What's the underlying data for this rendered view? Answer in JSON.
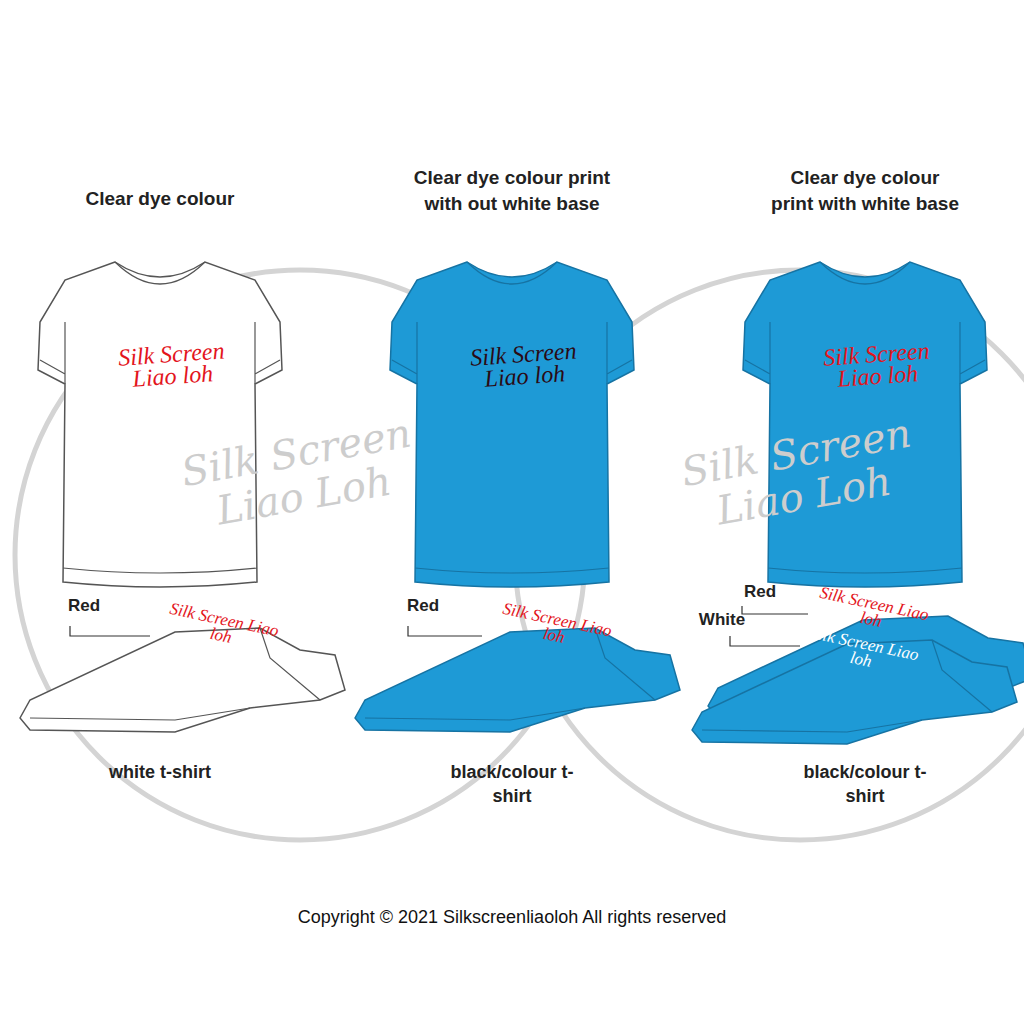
{
  "diagram": {
    "caption": "Copyright © 2021 Silkscreenliaoloh All rights reserved",
    "labels": [
      "Clear dye colour",
      "Clear dye colour print with out white base",
      "Clear dye colour print with white base",
      "Silk Screen Liao loh",
      "Red",
      "Silk Screen Liao loh",
      "white t-shirt",
      "Silk Screen Liao loh",
      "Red",
      "Silk Screen Liao loh",
      "black/colour t-shirt",
      "Silk Screen Liao loh",
      "Red",
      "Silk Screen Liao loh",
      "White",
      "Silk Screen Liao loh",
      "black/colour t-shirt",
      "Silk Screen Liao Loh",
      "Silk Screen Liao Loh"
    ]
  }
}
